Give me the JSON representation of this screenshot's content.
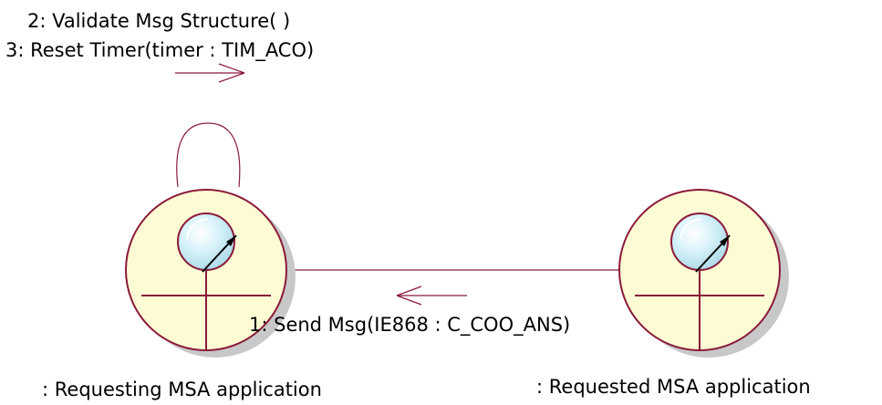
{
  "diagram": {
    "messages": {
      "self_message_1": "2: Validate Msg Structure( )",
      "self_message_2": "3: Reset Timer(timer : TIM_ACO)",
      "link_message": "1: Send Msg(IE868 : C_COO_ANS)"
    },
    "objects": {
      "left": {
        "label": ": Requesting MSA application",
        "icon": "controller-object-icon"
      },
      "right": {
        "label": ": Requested MSA application",
        "icon": "controller-object-icon"
      }
    },
    "colors": {
      "object_fill": "#fdfbd4",
      "object_stroke": "#8b1a3a",
      "shadow": "#c8c8c8",
      "lens_fill": "#cfeef6",
      "line": "#8b1a3a"
    }
  }
}
